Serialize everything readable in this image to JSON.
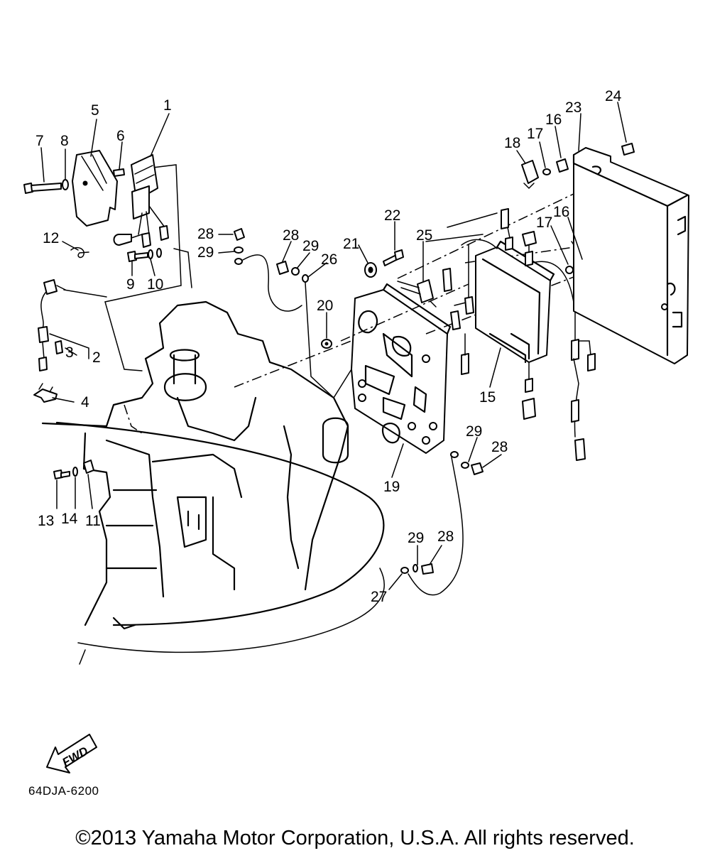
{
  "diagram": {
    "callouts": [
      "1",
      "2",
      "3",
      "4",
      "5",
      "6",
      "7",
      "8",
      "9",
      "10",
      "11",
      "12",
      "13",
      "14",
      "15",
      "16",
      "16",
      "17",
      "17",
      "18",
      "19",
      "20",
      "21",
      "22",
      "23",
      "24",
      "25",
      "26",
      "27",
      "28",
      "28",
      "28",
      "28",
      "29",
      "29",
      "29",
      "29"
    ],
    "fwd_arrow_label": "FWD",
    "part_code": "64DJA-6200",
    "copyright": "©2013 Yamaha Motor Corporation, U.S.A. All rights reserved."
  }
}
